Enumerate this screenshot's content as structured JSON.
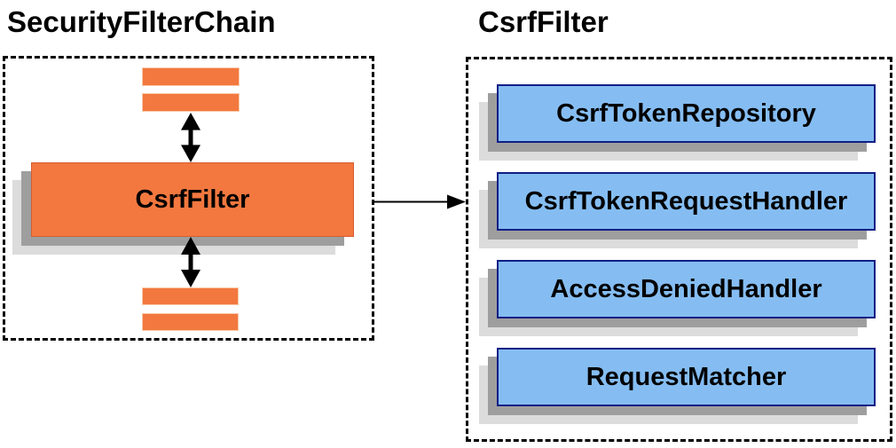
{
  "colors": {
    "background": "#FFFFFF",
    "text": "#000000",
    "orange_fill": "#F2783F",
    "orange_border": "#D65C30",
    "orange_bar_border": "#F9C9A8",
    "blue_fill": "#85BDF2",
    "blue_border": "#101F85",
    "shadow_dark": "#9E9E9E",
    "shadow_light": "#DCDCDC",
    "arrow": "#000000",
    "dashed_border": "#000000"
  },
  "diagram": {
    "left": {
      "title": "SecurityFilterChain",
      "filter_box_label": "CsrfFilter"
    },
    "right": {
      "title": "CsrfFilter",
      "components": [
        "CsrfTokenRepository",
        "CsrfTokenRequestHandler",
        "AccessDeniedHandler",
        "RequestMatcher"
      ]
    },
    "icons": {
      "vertical_connector": "up-down-arrow-icon",
      "horizontal_connector": "right-arrow-icon"
    }
  }
}
